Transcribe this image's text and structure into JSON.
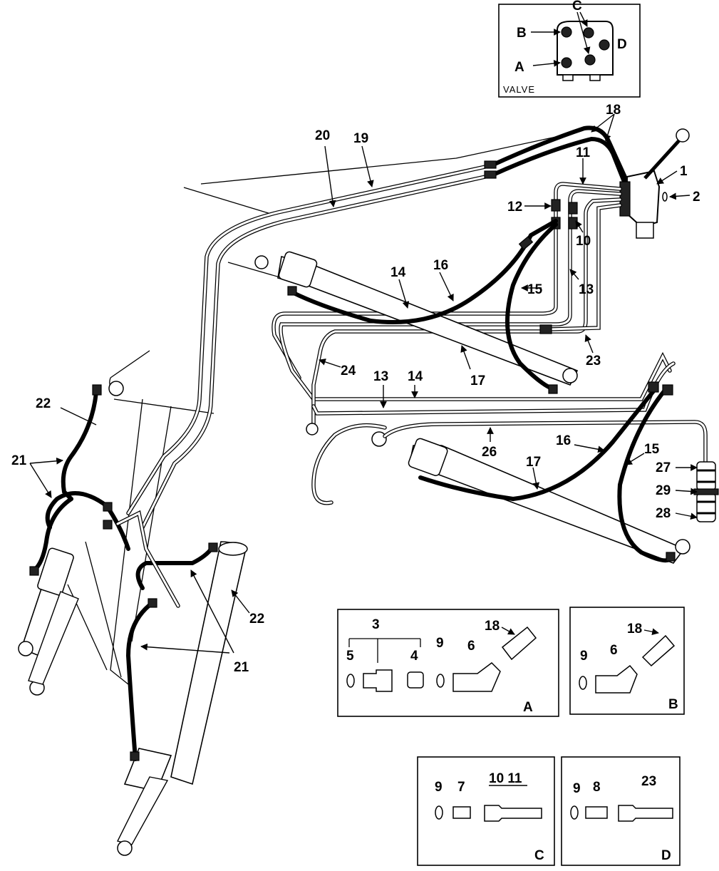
{
  "callouts": {
    "c1": "1",
    "c2": "2",
    "c10": "10",
    "c11": "11",
    "c12": "12",
    "c13a": "13",
    "c13b": "13",
    "c14a": "14",
    "c14b": "14",
    "c15a": "15",
    "c15b": "15",
    "c16a": "16",
    "c16b": "16",
    "c17a": "17",
    "c17b": "17",
    "c18": "18",
    "c19": "19",
    "c20": "20",
    "c21a": "21",
    "c21b": "21",
    "c22a": "22",
    "c22b": "22",
    "c23": "23",
    "c24": "24",
    "c26": "26",
    "c27": "27",
    "c28": "28",
    "c29": "29"
  },
  "valve_inset": {
    "title": "VALVE",
    "ports": {
      "a": "A",
      "b": "B",
      "c": "C",
      "d": "D"
    }
  },
  "detail_a": {
    "letter": "A",
    "p3": "3",
    "p4": "4",
    "p5": "5",
    "p6": "6",
    "p9": "9",
    "p18": "18"
  },
  "detail_b": {
    "letter": "B",
    "p6": "6",
    "p9": "9",
    "p18": "18"
  },
  "detail_c": {
    "letter": "C",
    "p7": "7",
    "p9": "9",
    "p10_11": "10 11"
  },
  "detail_d": {
    "letter": "D",
    "p8": "8",
    "p9": "9",
    "p23": "23"
  },
  "colors": {
    "ink": "#000000",
    "paper": "#ffffff"
  }
}
